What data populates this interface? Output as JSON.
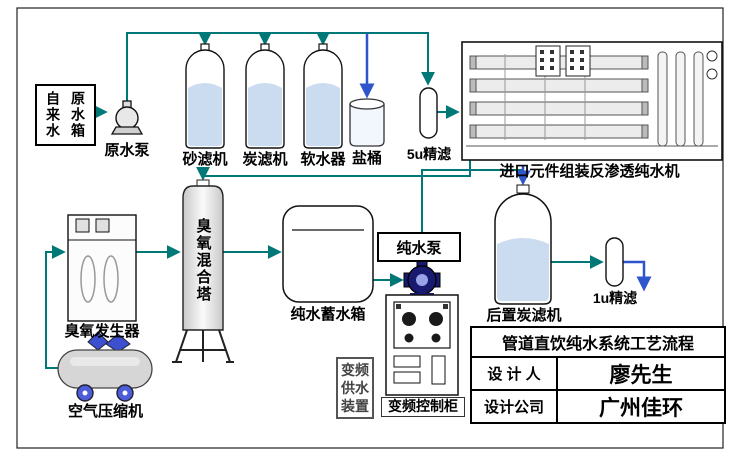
{
  "labels": {
    "source": "自来水",
    "raw_tank": "原水箱",
    "raw_pump": "原水泵",
    "sand_filter": "砂滤机",
    "carbon_filter": "炭滤机",
    "softener": "软水器",
    "salt_bucket": "盐桶",
    "filter_5u": "5u精滤",
    "ro_machine": "进口元件组装反渗透纯水机",
    "ozone_tower": "臭氧混合塔",
    "ozone_generator": "臭氧发生器",
    "air_compressor": "空气压缩机",
    "storage_tank": "纯水蓄水箱",
    "pure_pump": "纯水泵",
    "vfd_supply": "变频供水装置",
    "vfd_cabinet": "变频控制柜",
    "post_carbon": "后置炭滤机",
    "filter_1u": "1u精滤"
  },
  "title_block": {
    "title": "管道直饮纯水系统工艺流程",
    "designer_label": "设 计 人",
    "designer": "廖先生",
    "company_label": "设计公司",
    "company": "广州佳环"
  },
  "colors": {
    "pipe_teal": "#007878",
    "arrow_blue": "#2f55cc",
    "tank_fill": "#ccdcf0",
    "pump_navy": "#181a70",
    "wheel_blue": "#4d5cd8"
  }
}
